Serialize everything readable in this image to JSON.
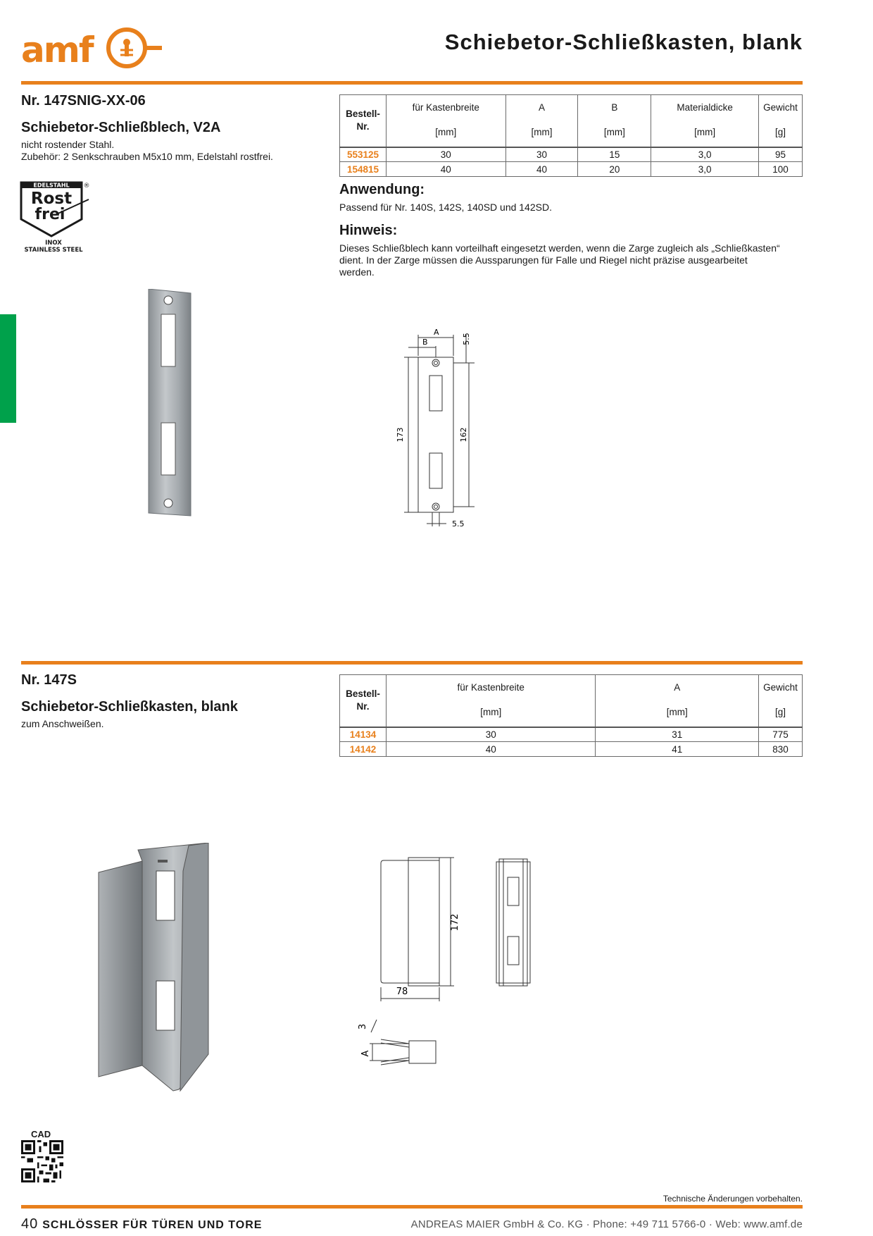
{
  "header": {
    "logo_text": "amf",
    "title": "Schiebetor-Schließkasten, blank"
  },
  "colors": {
    "accent": "#e8801c",
    "green_tab": "#00a14b",
    "article_number": "#e8801c"
  },
  "product1": {
    "nr": "Nr. 147SNIG-XX-06",
    "name": "Schiebetor-Schließblech, V2A",
    "desc_line1": "nicht rostender Stahl.",
    "desc_line2": "Zubehör: 2 Senkschrauben M5x10 mm, Edelstahl rostfrei.",
    "badge": {
      "top": "EDELSTAHL",
      "mark": "®",
      "line1": "Rost",
      "line2": "frei",
      "bottom1": "INOX",
      "bottom2": "STAINLESS STEEL"
    },
    "table": {
      "headers": [
        {
          "label": "Bestell-\nNr.",
          "unit": ""
        },
        {
          "label": "für Kastenbreite",
          "unit": "[mm]"
        },
        {
          "label": "A",
          "unit": "[mm]"
        },
        {
          "label": "B",
          "unit": "[mm]"
        },
        {
          "label": "Materialdicke",
          "unit": "[mm]"
        },
        {
          "label": "Gewicht",
          "unit": "[g]"
        }
      ],
      "rows": [
        [
          "553125",
          "30",
          "30",
          "15",
          "3,0",
          "95"
        ],
        [
          "154815",
          "40",
          "40",
          "20",
          "3,0",
          "100"
        ]
      ]
    },
    "anwendung_title": "Anwendung:",
    "anwendung_text": "Passend für Nr. 140S, 142S, 140SD und 142SD.",
    "hinweis_title": "Hinweis:",
    "hinweis_line1": "Dieses Schließblech kann vorteilhaft eingesetzt werden, wenn die Zarge zugleich als „Schließkasten“",
    "hinweis_line2": "dient. In der Zarge müssen die Aussparungen für Falle und Riegel nicht präzise ausgearbeitet",
    "hinweis_line3": "werden.",
    "drawing_labels": {
      "a": "A",
      "b": "B",
      "top": "5.5",
      "height": "173",
      "inner": "162",
      "bottom": "5.5"
    }
  },
  "product2": {
    "nr": "Nr. 147S",
    "name": "Schiebetor-Schließkasten, blank",
    "desc": "zum Anschweißen.",
    "table": {
      "headers": [
        {
          "label": "Bestell-\nNr.",
          "unit": ""
        },
        {
          "label": "für Kastenbreite",
          "unit": "[mm]"
        },
        {
          "label": "A",
          "unit": "[mm]"
        },
        {
          "label": "Gewicht",
          "unit": "[g]"
        }
      ],
      "rows": [
        [
          "14134",
          "30",
          "31",
          "775"
        ],
        [
          "14142",
          "40",
          "41",
          "830"
        ]
      ]
    },
    "drawing_labels": {
      "height": "172",
      "depth": "78",
      "thickness": "3",
      "a": "A"
    }
  },
  "cad_label": "CAD",
  "footer": {
    "note": "Technische Änderungen vorbehalten.",
    "page_number": "40",
    "section": "SCHLÖSSER FÜR TÜREN UND TORE",
    "company": "ANDREAS MAIER GmbH & Co. KG · Phone: +49 711 5766-0 · Web: www.amf.de"
  }
}
